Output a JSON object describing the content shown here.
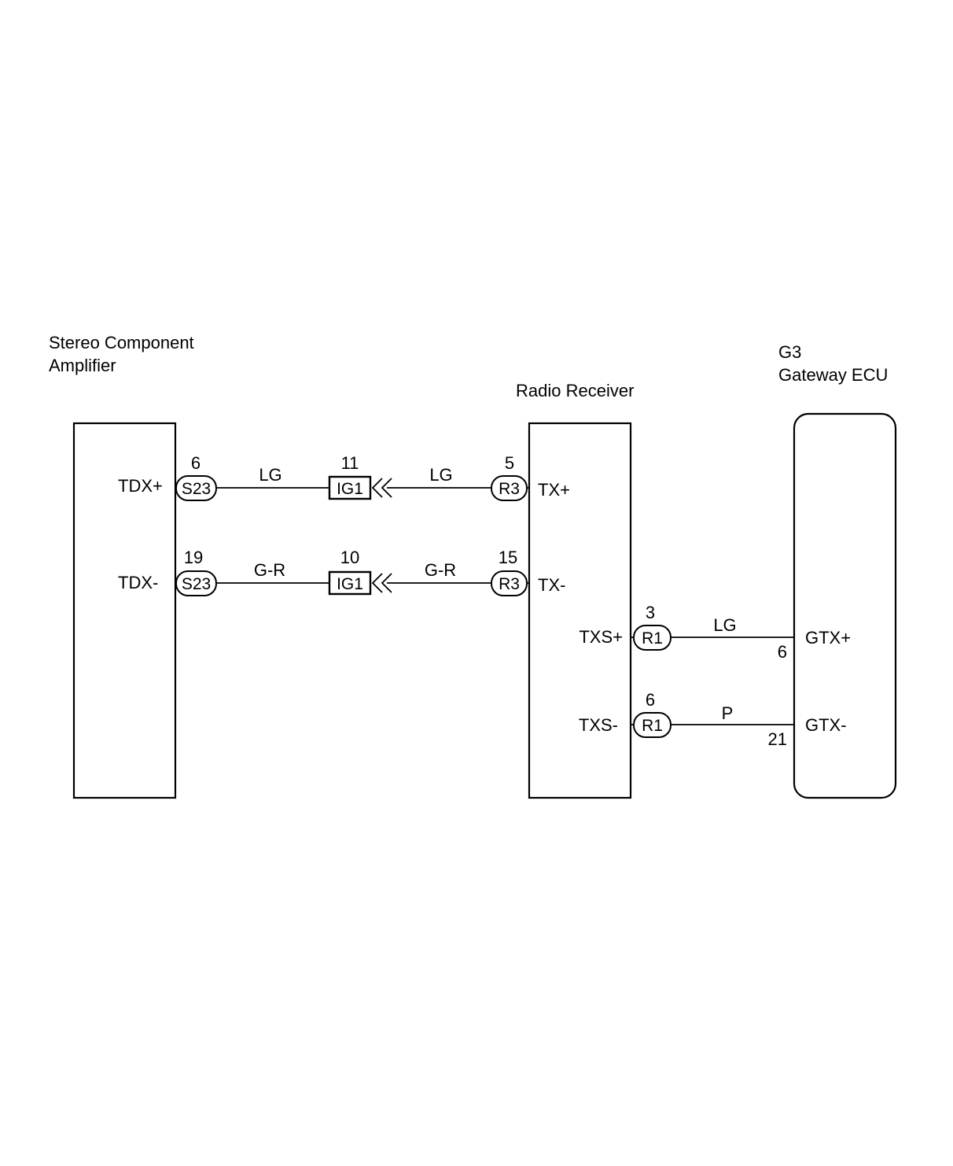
{
  "components": {
    "amplifier": {
      "name_line1": "Stereo Component",
      "name_line2": "Amplifier"
    },
    "radio": {
      "name": "Radio Receiver"
    },
    "gateway": {
      "code": "G3",
      "name": "Gateway ECU"
    }
  },
  "pins": {
    "amp_tdx_plus": "TDX+",
    "amp_tdx_minus": "TDX-",
    "radio_tx_plus": "TX+",
    "radio_tx_minus": "TX-",
    "radio_txs_plus": "TXS+",
    "radio_txs_minus": "TXS-",
    "gw_gtx_plus": "GTX+",
    "gw_gtx_minus": "GTX-"
  },
  "connectors": {
    "s23_a": {
      "id": "S23",
      "pin": "6"
    },
    "s23_b": {
      "id": "S23",
      "pin": "19"
    },
    "ig1_a": {
      "id": "IG1",
      "pin": "11"
    },
    "ig1_b": {
      "id": "IG1",
      "pin": "10"
    },
    "r3_a": {
      "id": "R3",
      "pin": "5"
    },
    "r3_b": {
      "id": "R3",
      "pin": "15"
    },
    "r1_a": {
      "id": "R1",
      "pin": "3"
    },
    "r1_b": {
      "id": "R1",
      "pin": "6"
    },
    "gw_a": {
      "pin": "6"
    },
    "gw_b": {
      "pin": "21"
    }
  },
  "wires": {
    "w1_left": "LG",
    "w1_right": "LG",
    "w2_left": "G-R",
    "w2_right": "G-R",
    "w3": "LG",
    "w4": "P"
  }
}
